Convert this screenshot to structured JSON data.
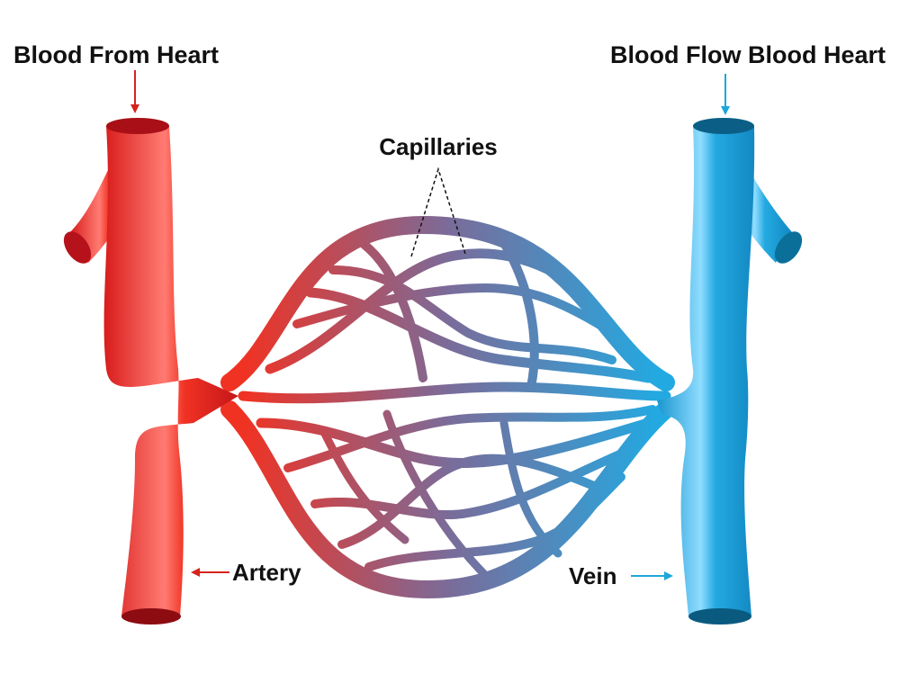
{
  "labels": {
    "blood_from_heart": "Blood From Heart",
    "blood_flow": "Blood Flow Blood Heart",
    "capillaries": "Capillaries",
    "artery": "Artery",
    "vein": "Vein"
  },
  "colors": {
    "artery": "#f03223",
    "artery_light": "#ff8a80",
    "artery_dark": "#b5121b",
    "vein": "#23a9e1",
    "vein_light": "#9fe2ff",
    "vein_dark": "#0a6f99",
    "capillary_mid": "#7a6c9a",
    "label_text": "#111111",
    "artery_arrow": "#d6231d",
    "vein_arrow": "#1da6dc"
  }
}
